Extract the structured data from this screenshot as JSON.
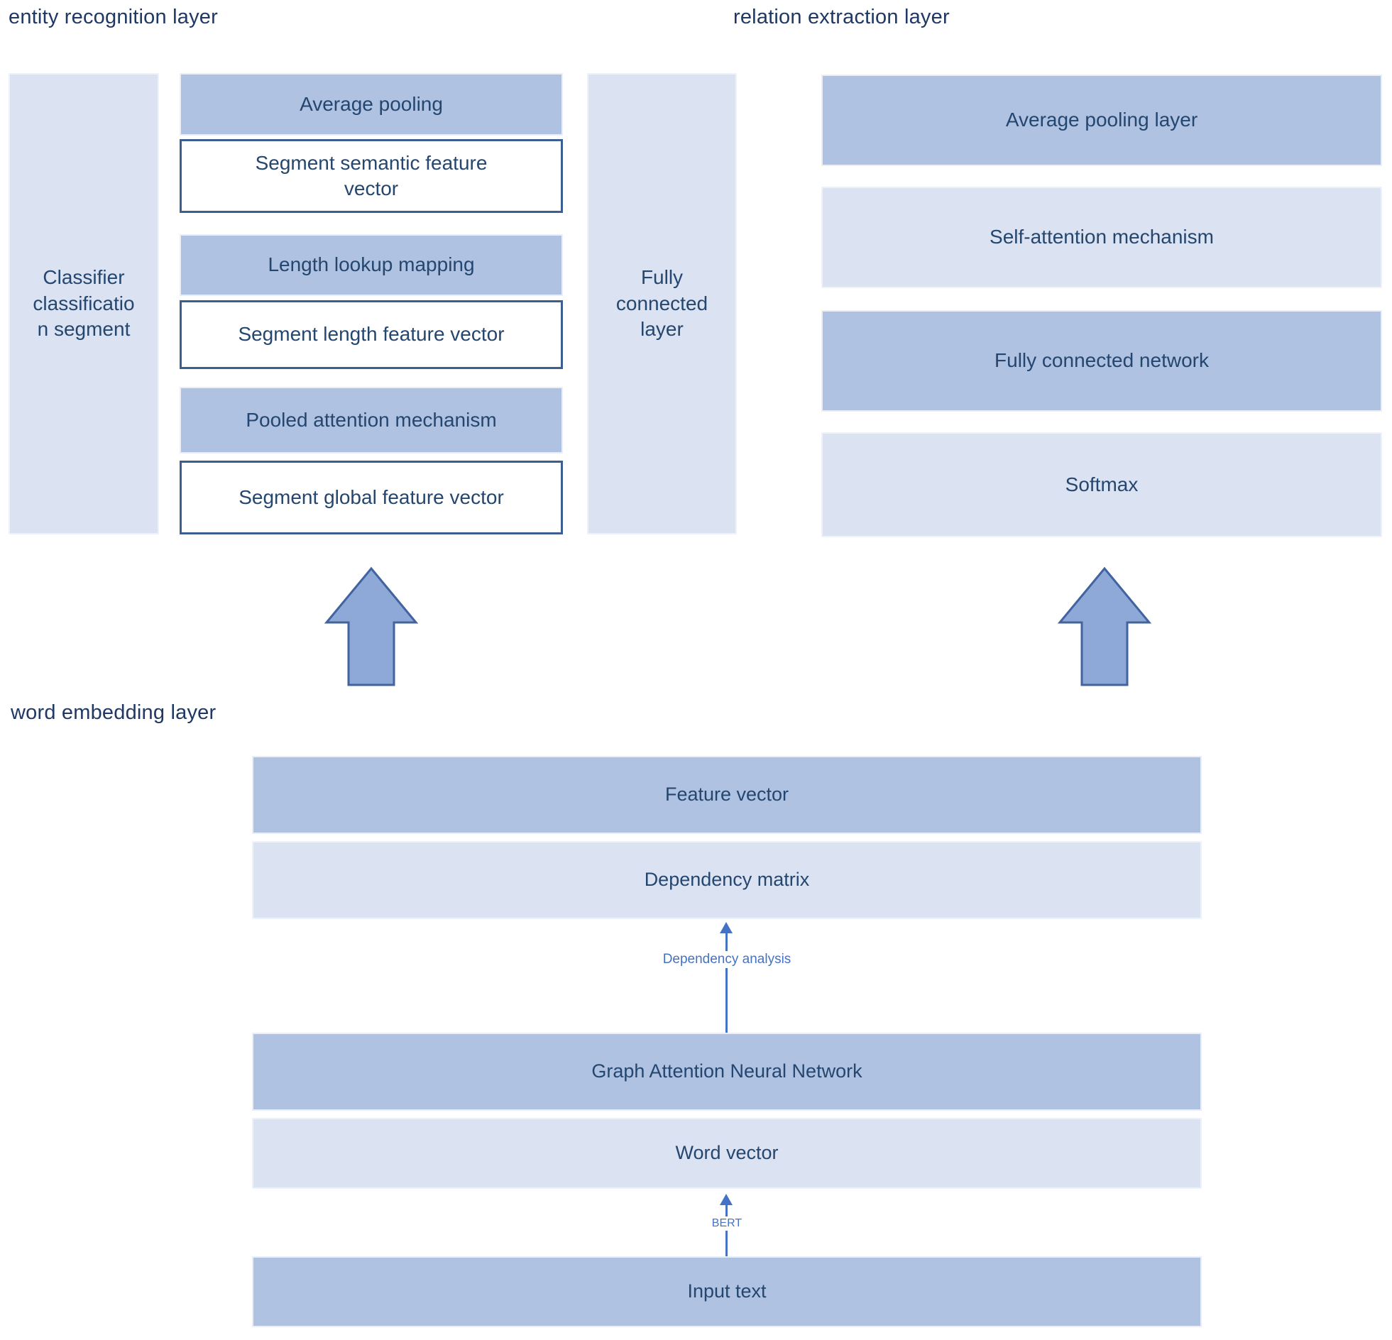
{
  "colors": {
    "box_dark": "#afc2e2",
    "box_light": "#dbe3f3",
    "outlined_border": "#3c5f91",
    "text": "#24466f",
    "title_text": "#1f3864",
    "accent_arrow": "#4472c4",
    "big_arrow_fill": "#8ea9d8",
    "big_arrow_stroke": "#41639f"
  },
  "entity_layer": {
    "title": "entity recognition layer",
    "classifier_box": "Classifier\nclassificatio\nn segment",
    "stack": [
      {
        "label": "Average pooling",
        "style": "solid-dark"
      },
      {
        "label": "Segment semantic feature\nvector",
        "style": "outlined"
      },
      {
        "label": "Length lookup mapping",
        "style": "solid-dark"
      },
      {
        "label": "Segment length feature vector",
        "style": "outlined"
      },
      {
        "label": "Pooled attention mechanism",
        "style": "solid-dark"
      },
      {
        "label": "Segment global feature vector",
        "style": "outlined"
      }
    ],
    "fully_connected_box": "Fully\nconnected\nlayer"
  },
  "relation_layer": {
    "title": "relation extraction layer",
    "stack": [
      {
        "label": "Average pooling layer",
        "style": "solid-dark"
      },
      {
        "label": "Self-attention mechanism",
        "style": "solid-light"
      },
      {
        "label": "Fully connected network",
        "style": "solid-dark"
      },
      {
        "label": "Softmax",
        "style": "solid-light"
      }
    ]
  },
  "word_layer": {
    "title": "word embedding layer",
    "stack": [
      {
        "label": "Feature vector",
        "style": "solid-dark"
      },
      {
        "label": "Dependency matrix",
        "style": "solid-light"
      },
      {
        "label": "Graph Attention Neural Network",
        "style": "solid-dark"
      },
      {
        "label": "Word vector",
        "style": "solid-light"
      },
      {
        "label": "Input text",
        "style": "solid-dark"
      }
    ],
    "arrow_labels": {
      "dependency": "Dependency analysis",
      "bert": "BERT"
    }
  }
}
